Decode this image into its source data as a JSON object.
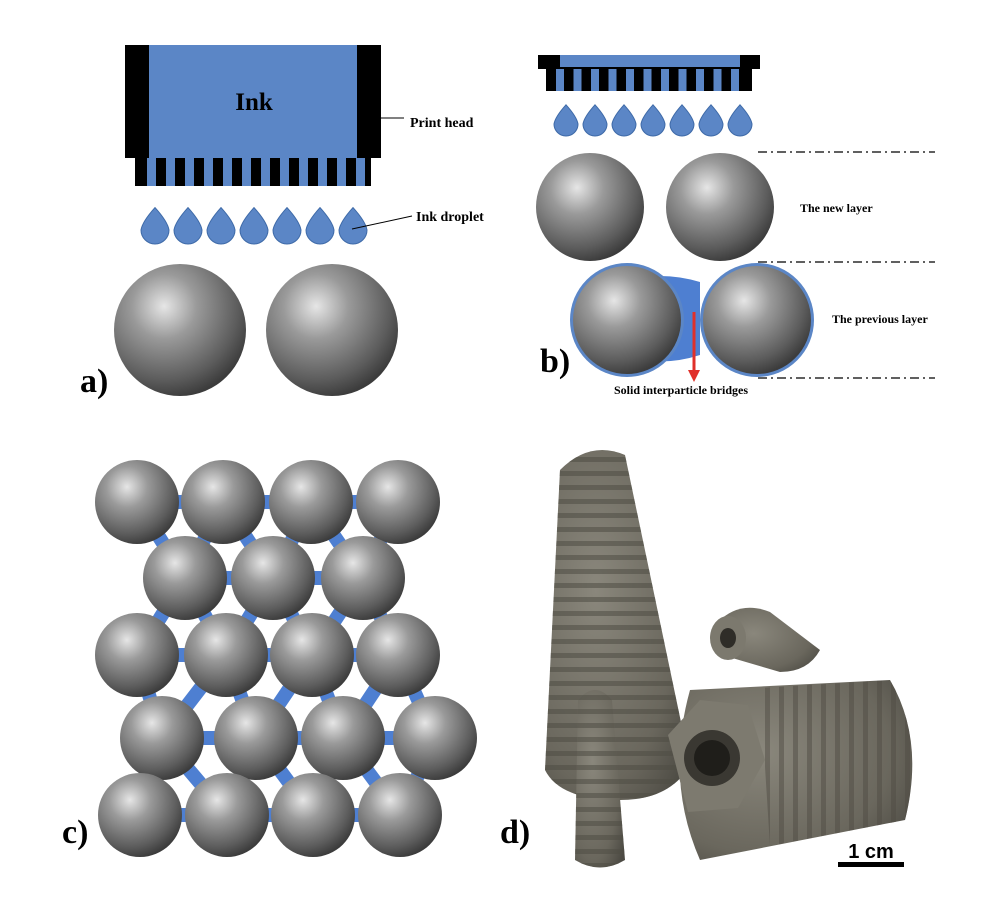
{
  "panel_a": {
    "letter": "a)",
    "ink_label": "Ink",
    "print_head_label": "Print head",
    "ink_droplet_label": "Ink droplet"
  },
  "panel_b": {
    "letter": "b)",
    "new_layer_label": "The new layer",
    "previous_layer_label": "The previous layer",
    "bridges_label": "Solid interparticle bridges"
  },
  "panel_c": {
    "letter": "c)"
  },
  "panel_d": {
    "letter": "d)",
    "scale_bar_label": "1 cm"
  },
  "colors": {
    "ink_blue": "#5b86c6",
    "print_head_black": "#000000",
    "sphere_gray": "#7d7d7d",
    "bridge_blue": "#4e7fd1",
    "arrow_red": "#e0302a",
    "implant_gray": "#6e6b60"
  }
}
